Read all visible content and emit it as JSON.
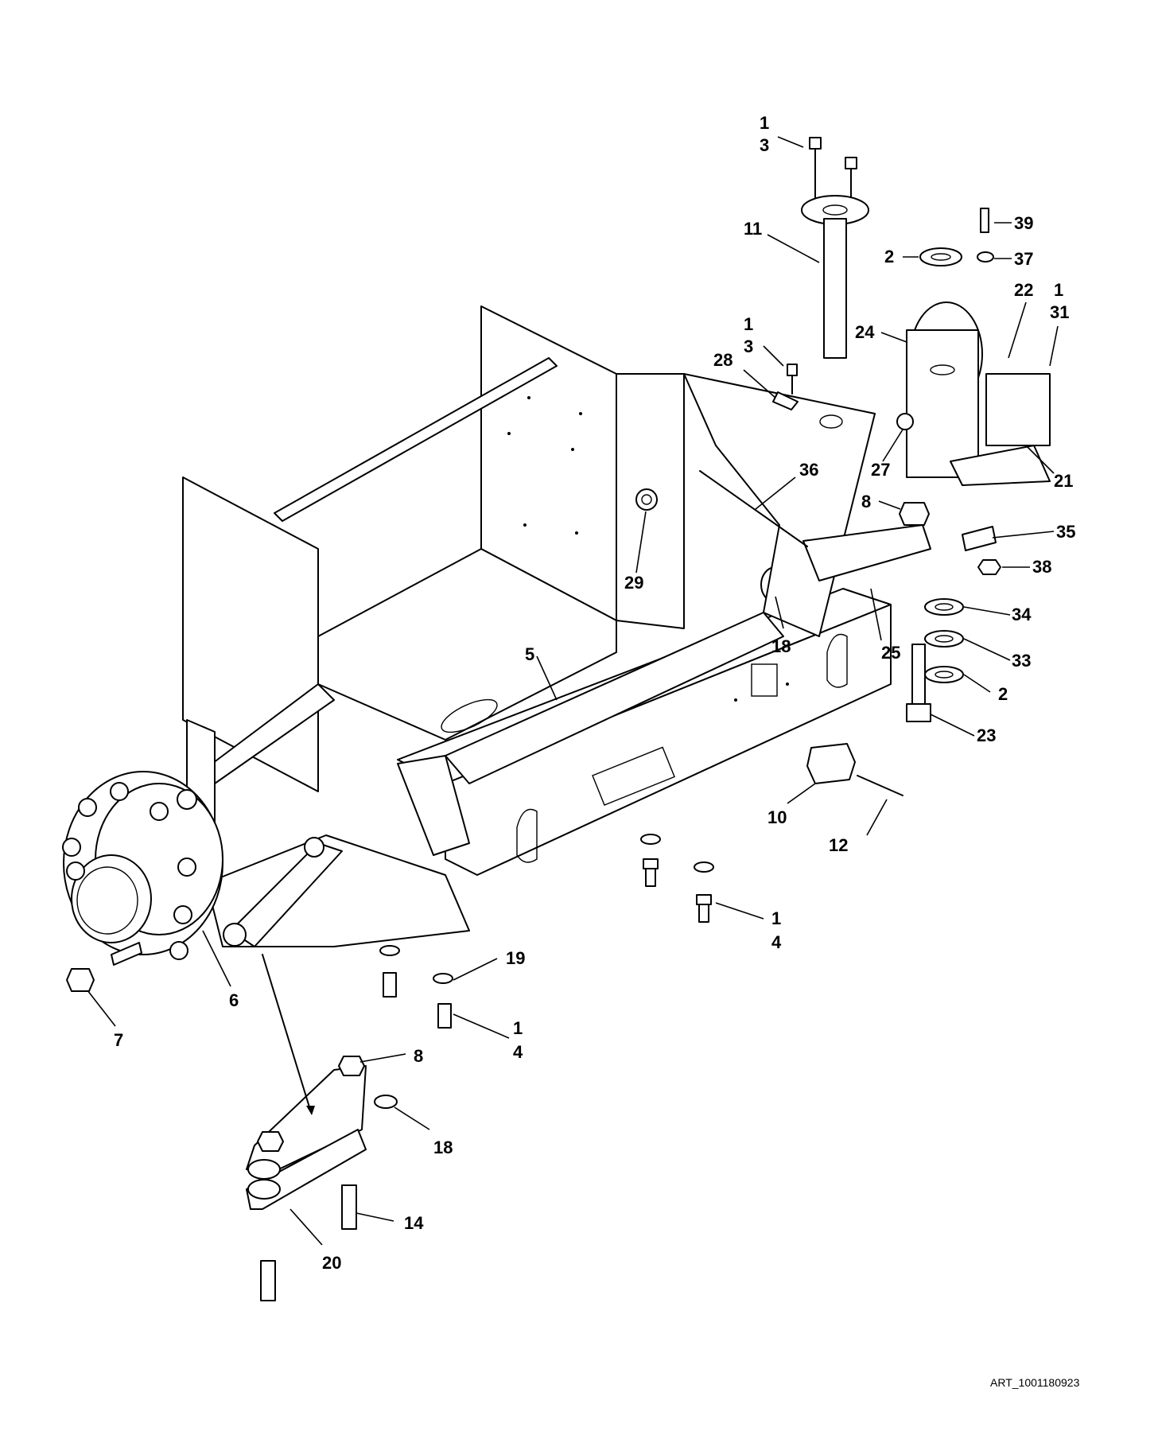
{
  "callouts": {
    "c1a": "1",
    "c3a": "3",
    "c11": "11",
    "c2a": "2",
    "c39": "39",
    "c37": "37",
    "c22": "22",
    "c1b": "1",
    "c31": "31",
    "c24": "24",
    "c1c": "1",
    "c3b": "3",
    "c28": "28",
    "c36": "36",
    "c27": "27",
    "c21": "21",
    "c8a": "8",
    "c35": "35",
    "c38": "38",
    "c29": "29",
    "c34": "34",
    "c18a": "18",
    "c25": "25",
    "c33": "33",
    "c5": "5",
    "c2b": "2",
    "c23": "23",
    "c10": "10",
    "c12": "12",
    "c1d": "1",
    "c4a": "4",
    "c19": "19",
    "c6": "6",
    "c7": "7",
    "c1e": "1",
    "c4b": "4",
    "c8b": "8",
    "c18b": "18",
    "c14": "14",
    "c20": "20"
  },
  "art_id": "ART_1001180923"
}
